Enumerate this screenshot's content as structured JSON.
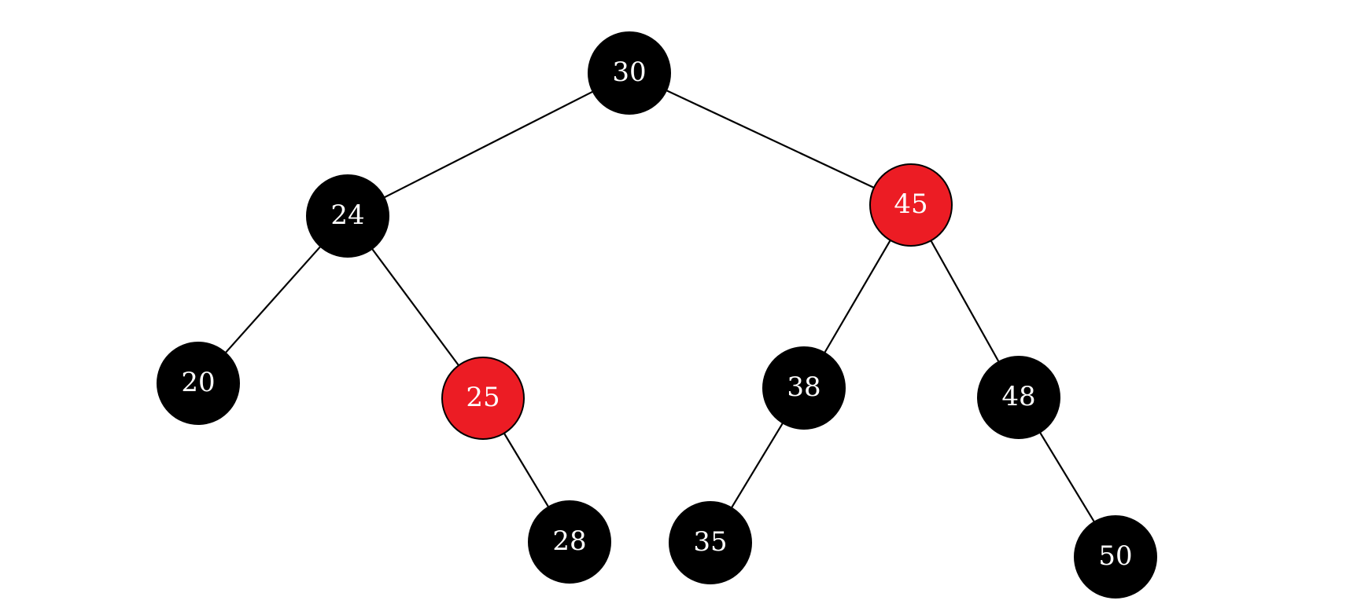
{
  "diagram": {
    "type": "red-black-tree",
    "colors": {
      "black": "#000000",
      "red": "#ec1c24",
      "label": "#ffffff",
      "edge": "#000000"
    },
    "nodes": [
      {
        "id": "n30",
        "label": "30",
        "color": "black"
      },
      {
        "id": "n24",
        "label": "24",
        "color": "black"
      },
      {
        "id": "n45",
        "label": "45",
        "color": "red"
      },
      {
        "id": "n20",
        "label": "20",
        "color": "black"
      },
      {
        "id": "n25",
        "label": "25",
        "color": "red"
      },
      {
        "id": "n38",
        "label": "38",
        "color": "black"
      },
      {
        "id": "n48",
        "label": "48",
        "color": "black"
      },
      {
        "id": "n28",
        "label": "28",
        "color": "black"
      },
      {
        "id": "n35",
        "label": "35",
        "color": "black"
      },
      {
        "id": "n50",
        "label": "50",
        "color": "black"
      }
    ],
    "edges": [
      {
        "from": "n30",
        "to": "n24"
      },
      {
        "from": "n30",
        "to": "n45"
      },
      {
        "from": "n24",
        "to": "n20"
      },
      {
        "from": "n24",
        "to": "n25"
      },
      {
        "from": "n25",
        "to": "n28"
      },
      {
        "from": "n45",
        "to": "n38"
      },
      {
        "from": "n45",
        "to": "n48"
      },
      {
        "from": "n38",
        "to": "n35"
      },
      {
        "from": "n48",
        "to": "n50"
      }
    ]
  }
}
